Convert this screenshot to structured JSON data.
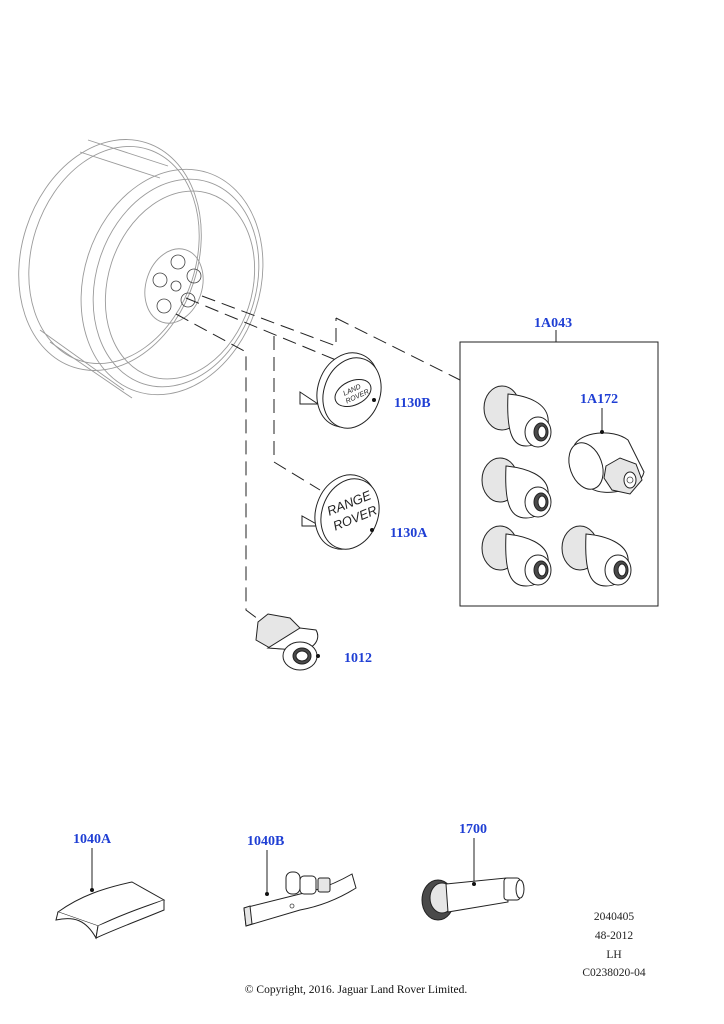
{
  "callouts": {
    "kit_1a043": "1A043",
    "locknut_1a172": "1A172",
    "cap_1130b": "1130B",
    "cap_1130a": "1130A",
    "nut_1012": "1012",
    "weight_1040a": "1040A",
    "weight_1040b": "1040B",
    "valve_1700": "1700"
  },
  "badges": {
    "land_rover_line1": "LAND",
    "land_rover_line2": "ROVER",
    "range_rover_line1": "RANGE",
    "range_rover_line2": "ROVER"
  },
  "drawing_info": {
    "line1": "2040405",
    "line2": "48-2012",
    "line3": "LH",
    "line4": "C0238020-04"
  },
  "copyright": "© Copyright, 2016. Jaguar Land Rover Limited.",
  "colors": {
    "callout_text": "#1f3fd4",
    "line_art": "#222222"
  }
}
